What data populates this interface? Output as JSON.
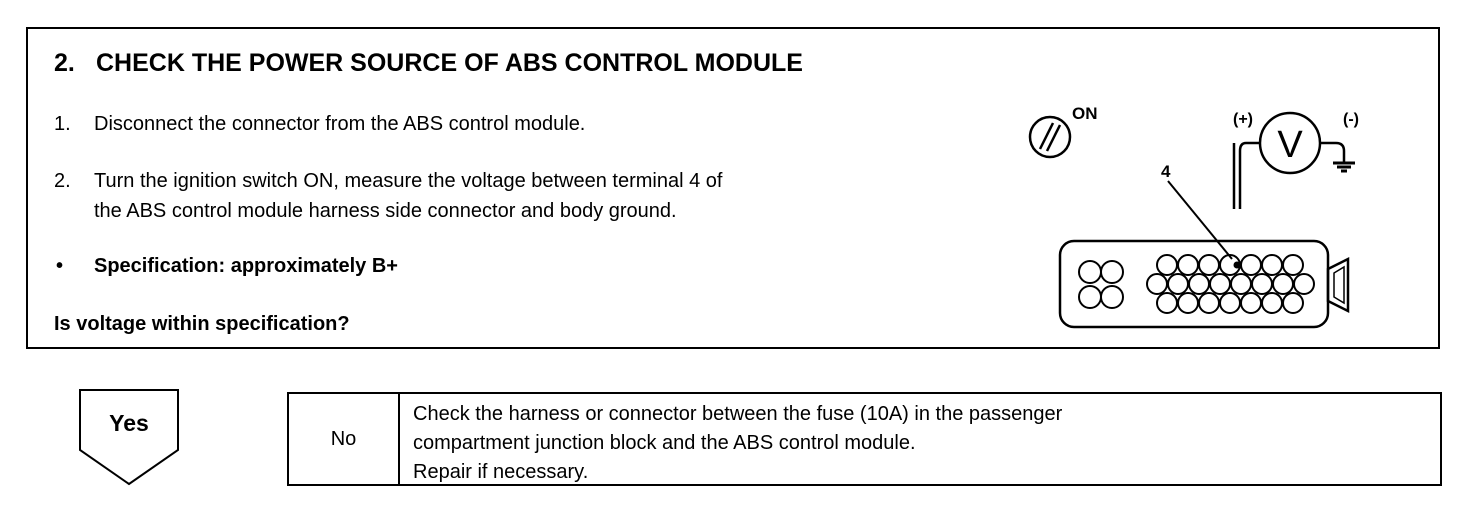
{
  "check": {
    "number": "2.",
    "title": "CHECK THE POWER SOURCE OF ABS CONTROL MODULE",
    "steps": [
      {
        "number": "1.",
        "lines": [
          "Disconnect the connector from the ABS control module."
        ]
      },
      {
        "number": "2.",
        "lines": [
          "Turn the ignition switch ON, measure the voltage between terminal 4 of",
          "the ABS control module harness side connector and body ground."
        ]
      }
    ],
    "spec_bullet": "•",
    "specification": "Specification: approximately B+",
    "question": "Is voltage within specification?"
  },
  "diagram": {
    "ignition_label": "ON",
    "plus_label": "(+)",
    "minus_label": "(-)",
    "meter_symbol": "V",
    "terminal_label": "4"
  },
  "result": {
    "yes_label": "Yes",
    "no_label": "No",
    "no_action_lines": [
      "Check the harness or connector between the fuse (10A) in the passenger",
      "compartment junction block and the ABS control module.",
      "Repair if necessary."
    ]
  }
}
